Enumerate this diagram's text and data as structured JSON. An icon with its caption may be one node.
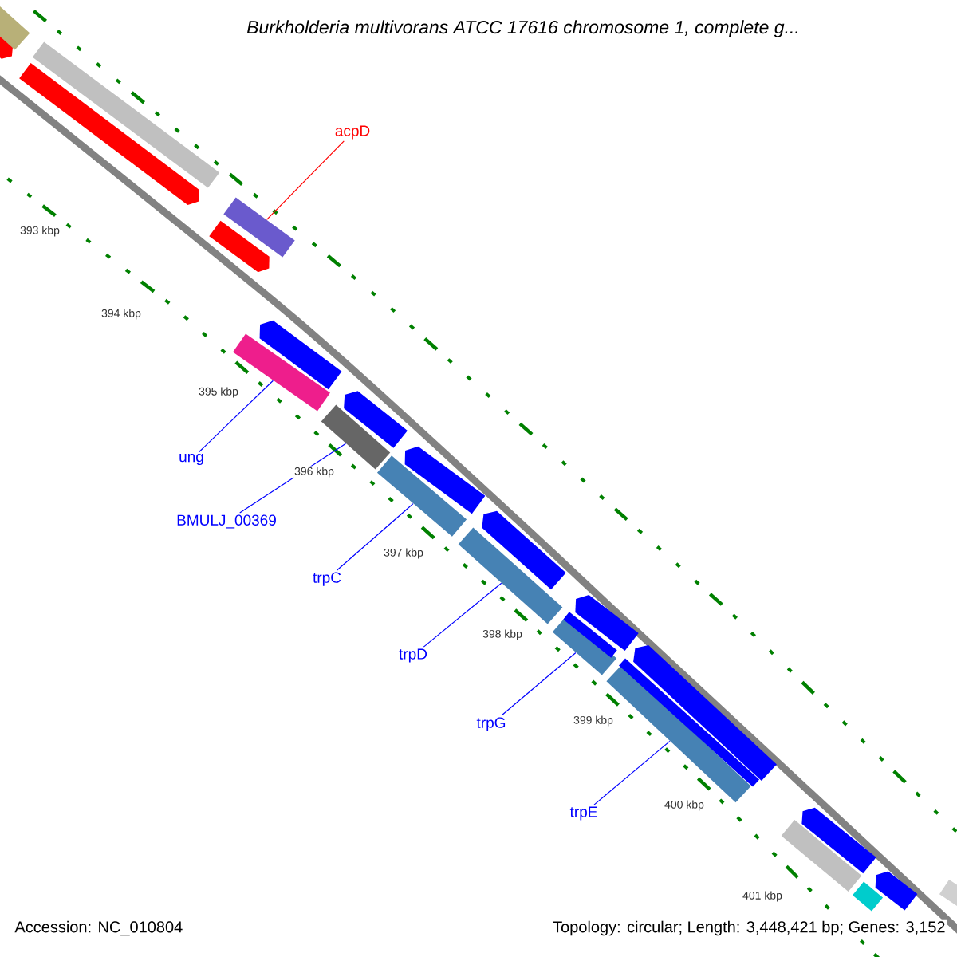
{
  "diagram": {
    "title": "Burkholderia multivorans ATCC 17616 chromosome 1, complete g...",
    "nodes": [
      {
        "text": [
          "acpD"
        ]
      },
      {
        "text": [
          "ung"
        ]
      },
      {
        "text": [
          "BMULJ_00369"
        ]
      },
      {
        "text": [
          "trpC"
        ]
      },
      {
        "text": [
          "trpD"
        ]
      },
      {
        "text": [
          "trpG"
        ]
      },
      {
        "text": [
          "trpE"
        ]
      },
      {
        "text": [],
        "shape": "arrow"
      },
      {
        "text": [],
        "shape": "bar"
      },
      {
        "text": [],
        "shape": "arrow"
      },
      {
        "text": [],
        "shape": "bar"
      },
      {
        "text": [],
        "shape": "arrow"
      },
      {
        "text": [],
        "shape": "bar"
      },
      {
        "text": [],
        "shape": "bar"
      },
      {
        "text": [],
        "shape": "arrow"
      },
      {
        "text": [],
        "shape": "bar"
      },
      {
        "text": [],
        "shape": "arrow"
      },
      {
        "text": [],
        "shape": "bar"
      },
      {
        "text": [],
        "shape": "arrow"
      },
      {
        "text": [],
        "shape": "bar"
      },
      {
        "text": [],
        "shape": "arrow"
      },
      {
        "text": [],
        "shape": "bar"
      },
      {
        "text": [],
        "shape": "bar"
      },
      {
        "text": [],
        "shape": "arrow"
      },
      {
        "text": [],
        "shape": "bar"
      },
      {
        "text": [],
        "shape": "bar"
      },
      {
        "text": [],
        "shape": "arrow"
      },
      {
        "text": [],
        "shape": "bar"
      },
      {
        "text": [],
        "shape": "arrow"
      },
      {
        "text": [],
        "shape": "bar"
      },
      {
        "text": [],
        "shape": "arrow"
      },
      {
        "text": [],
        "shape": "bar"
      }
    ],
    "edges": [
      {
        "from": 0,
        "to": 12,
        "arrow": "none",
        "color": "#ff0000"
      },
      {
        "from": 1,
        "to": 13,
        "arrow": "none"
      },
      {
        "from": 2,
        "to": 15,
        "arrow": "none"
      },
      {
        "from": 3,
        "to": 17,
        "arrow": "none"
      },
      {
        "from": 4,
        "to": 19,
        "arrow": "none"
      },
      {
        "from": 5,
        "to": 21,
        "arrow": "none"
      },
      {
        "from": 6,
        "to": 24,
        "arrow": "none"
      }
    ],
    "labels": [
      "393 kbp",
      "394 kbp",
      "395 kbp",
      "396 kbp",
      "397 kbp",
      "398 kbp",
      "399 kbp",
      "400 kbp",
      "401 kbp",
      "Accession: NC_010804",
      "Topology: circular; Length: 3,448,421 bp; Genes: 3,152"
    ]
  }
}
